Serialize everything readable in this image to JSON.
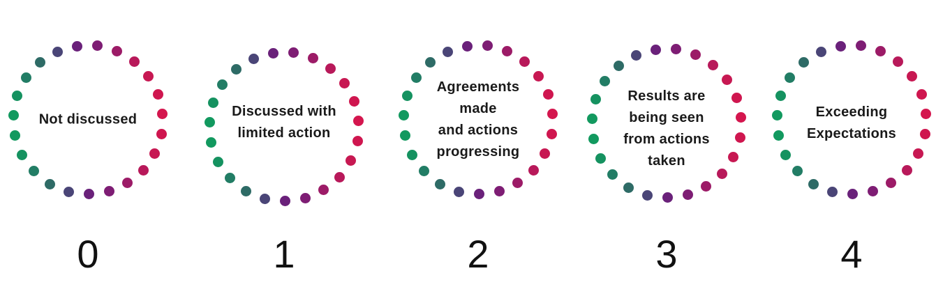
{
  "colors": [
    "#d4164e",
    "#cf164f",
    "#c71852",
    "#b8195a",
    "#9c1b67",
    "#7e1d74",
    "#6a217a",
    "#4a4577",
    "#2e6b66",
    "#227d65",
    "#159260",
    "#12995f"
  ],
  "stages": [
    {
      "number": "0",
      "lines": [
        "Not discussed"
      ]
    },
    {
      "number": "1",
      "lines": [
        "Discussed with",
        "limited action"
      ]
    },
    {
      "number": "2",
      "lines": [
        "Agreements",
        "made",
        "and actions",
        "progressing"
      ]
    },
    {
      "number": "3",
      "lines": [
        "Results are",
        "being seen",
        "from actions",
        "taken"
      ]
    },
    {
      "number": "4",
      "lines": [
        "Exceeding",
        "Expectations"
      ]
    }
  ]
}
